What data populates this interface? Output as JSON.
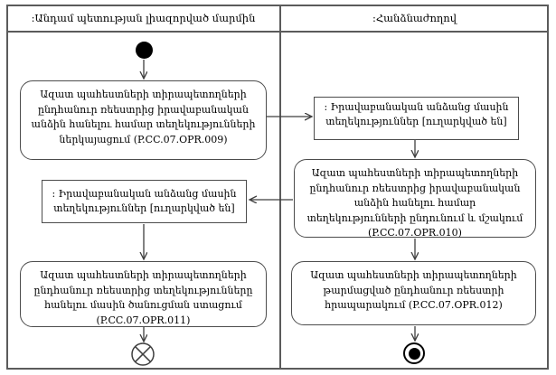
{
  "diagram": {
    "lanes": {
      "left": {
        "title": ":Անդամ պետության լիազորված մարմին"
      },
      "right": {
        "title": ":Հանձնաժողով"
      }
    },
    "nodes": {
      "activity_opr009": {
        "label": "Ազատ պահեստների տիրապետողների ընդհանուր ռեեստրից իրավաբանական անձին հանելու համար տեղեկությունների ներկայացում (P.CC.07.OPR.009)"
      },
      "object_info_sent_right": {
        "label": ": Իրավաբանական անձանց մասին տեղեկություններ [ուղարկված են]"
      },
      "activity_opr010": {
        "label": "Ազատ պահեստների տիրապետողների ընդհանուր ռեեստրից իրավաբանական անձին հանելու համար տեղեկությունների ընդունում և մշակում (P.CC.07.OPR.010)"
      },
      "object_info_sent_left": {
        "label": ": Իրավաբանական անձանց մասին տեղեկություններ [ուղարկված են]"
      },
      "activity_opr011": {
        "label": "Ազատ պահեստների տիրապետողների ընդհանուր ռեեստրից տեղեկությունները հանելու մասին ծանուցման ստացում (P.CC.07.OPR.011)"
      },
      "activity_opr012": {
        "label": "Ազատ պահեստների տիրապետողների թարմացված ընդհանուր ռեեստրի հրապարակում (P.CC.07.OPR.012)"
      }
    },
    "terminators": {
      "initial_node": "●",
      "flow_final_node": "⊗",
      "activity_final_node": "◉"
    },
    "colors": {
      "line": "#3f3f3f",
      "frame": "#5b5b5b",
      "text": "#000000",
      "background": "#ffffff"
    }
  }
}
